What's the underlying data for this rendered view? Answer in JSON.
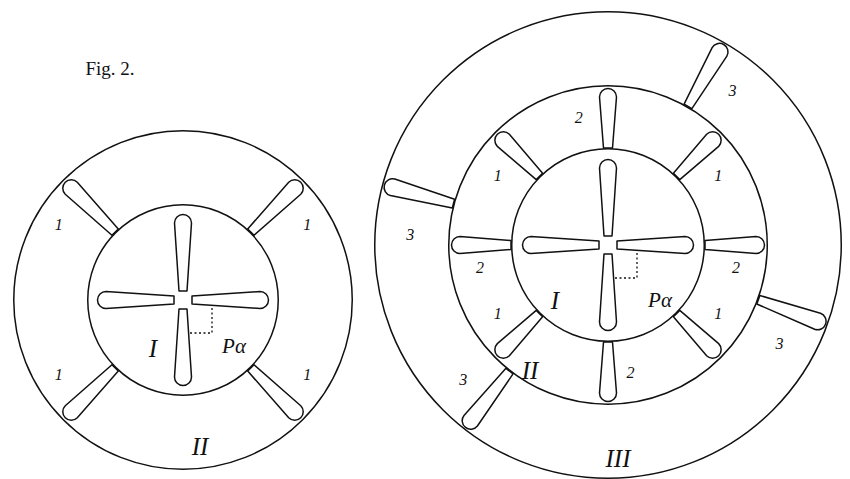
{
  "diagram": {
    "title": "Fig. 2.",
    "nodes": [
      {
        "text": [
          "II"
        ]
      },
      {
        "text": [
          "I"
        ],
        "in": 0
      },
      {
        "text": [
          "III"
        ]
      },
      {
        "text": [
          "II"
        ],
        "in": 2
      },
      {
        "text": [
          "I"
        ],
        "in": 3
      }
    ],
    "labels": [
      "Pα",
      "1",
      "1",
      "1",
      "1",
      "Pα",
      "2",
      "1",
      "1",
      "2",
      "2",
      "1",
      "1",
      "2",
      "3",
      "3",
      "3",
      "3"
    ]
  }
}
